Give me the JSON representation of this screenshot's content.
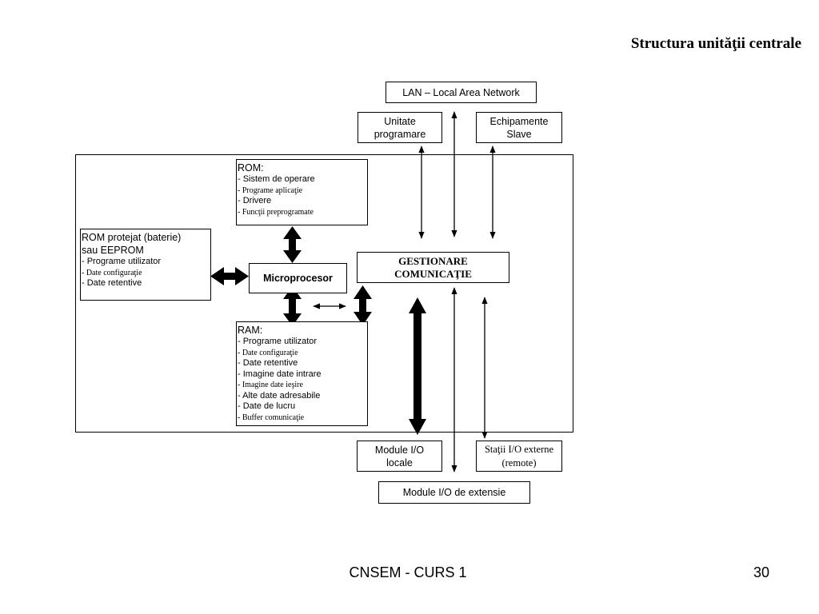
{
  "title": "Structura unităţii centrale",
  "footer": {
    "course": "CNSEM - CURS 1",
    "page": "30"
  },
  "boxes": {
    "lan": "LAN – Local Area Network",
    "unitate": [
      "Unitate",
      "programare"
    ],
    "echipamente": [
      "Echipamente",
      "Slave"
    ],
    "rom": {
      "title": "ROM:",
      "items": [
        "- Sistem de operare",
        "- Programe aplicaţie",
        "- Drivere",
        "- Funcţii preprogramate"
      ]
    },
    "rom_protejat": {
      "title": [
        "ROM protejat (baterie)",
        "sau EEPROM"
      ],
      "items": [
        "- Programe utilizator",
        "- Date configuraţie",
        "- Date retentive"
      ]
    },
    "microprocesor": "Microprocesor",
    "gestionare": [
      "GESTIONARE",
      "COMUNICAŢIE"
    ],
    "ram": {
      "title": "RAM:",
      "items": [
        "- Programe utilizator",
        "- Date configuraţie",
        "- Date retentive",
        "- Imagine date intrare",
        "- Imagine date ieşire",
        "- Alte date adresabile",
        "- Date de lucru",
        "- Buffer comunicaţie"
      ]
    },
    "module_locale": [
      "Module I/O",
      "locale"
    ],
    "statii": [
      "Staţii I/O externe",
      "(remote)"
    ],
    "module_extensie": "Module I/O de extensie"
  }
}
